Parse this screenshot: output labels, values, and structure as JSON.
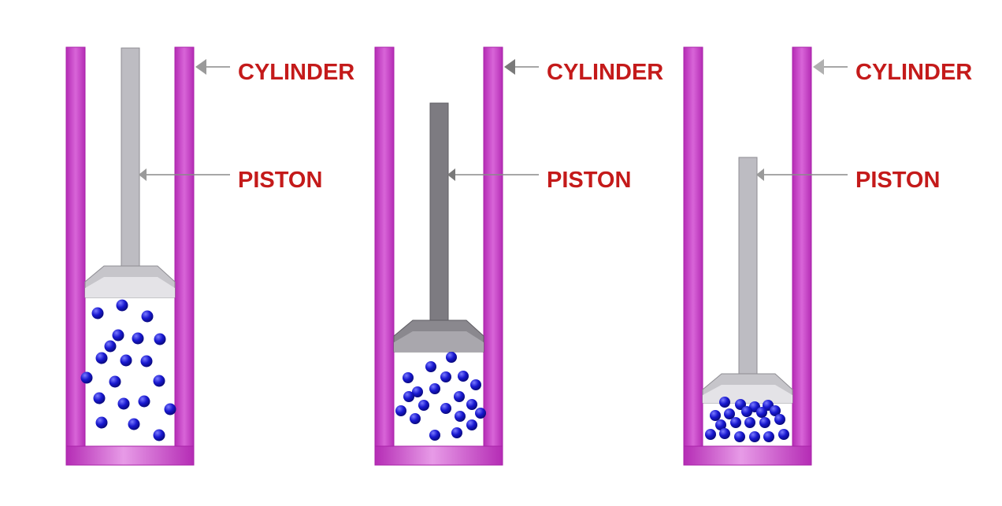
{
  "labels": {
    "cylinder": "CYLINDER",
    "piston": "PISTON"
  },
  "colors": {
    "cylinder_wall": "#cc3fcc",
    "cylinder_wall_light": "#e07fe0",
    "cylinder_wall_edge": "#b02ab0",
    "label_text": "#c41a1a",
    "ball": "#1414c8",
    "ball_highlight": "#6a6aff",
    "pointer_line": "#8a8a8a"
  },
  "panels": [
    {
      "piston_color": "#bdbcc2",
      "piston_head_color": "#c6c5ca",
      "gas_particles": 20,
      "compression": "low"
    },
    {
      "piston_color": "#7d7b81",
      "piston_head_color": "#8a888e",
      "gas_particles": 20,
      "compression": "medium"
    },
    {
      "piston_color": "#bdbcc2",
      "piston_head_color": "#c6c5ca",
      "gas_particles": 20,
      "compression": "high"
    }
  ]
}
